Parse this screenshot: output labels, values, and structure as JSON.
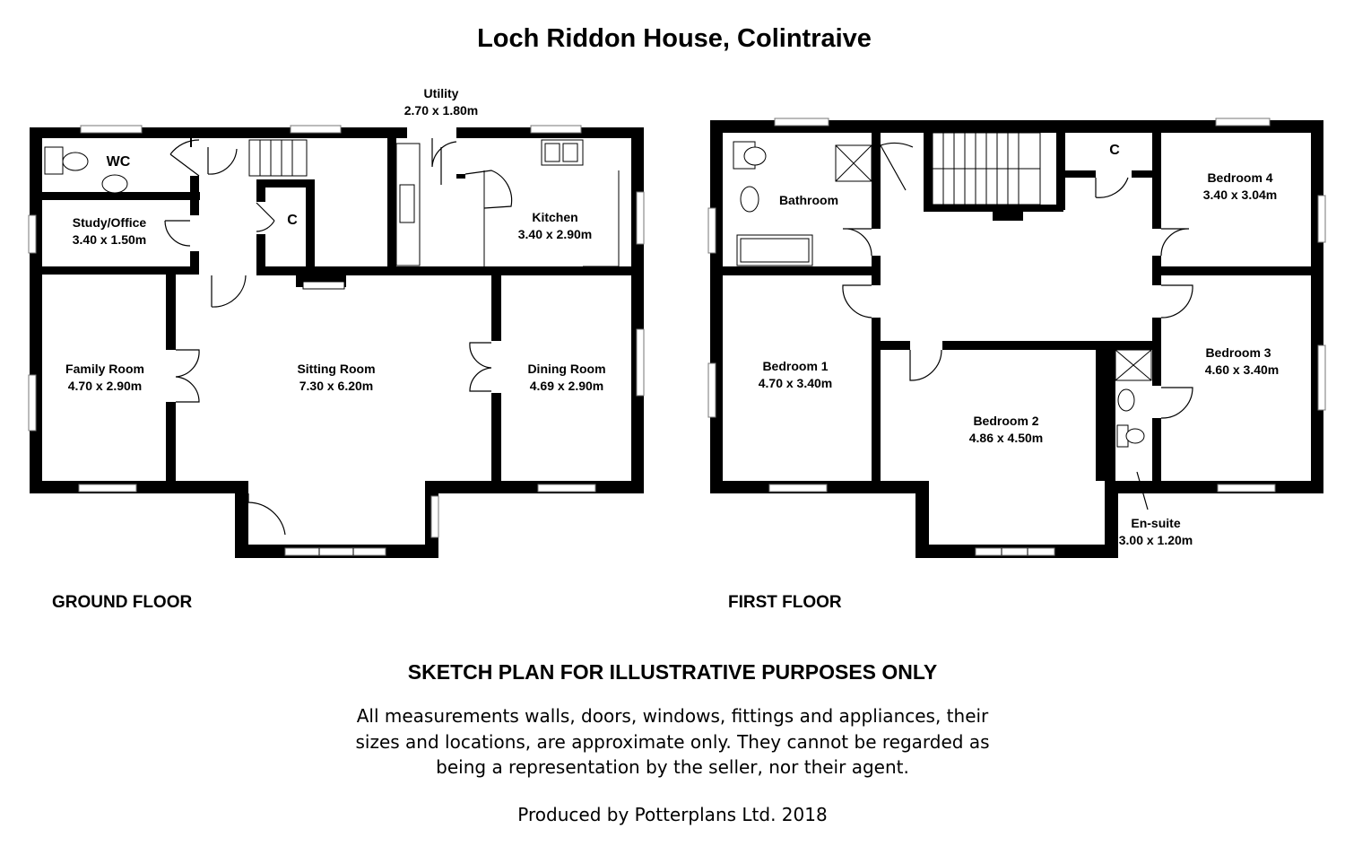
{
  "title": "Loch Riddon House, Colintraive",
  "ground_floor": {
    "label": "GROUND FLOOR",
    "rooms": {
      "wc": {
        "name": "WC"
      },
      "study": {
        "name": "Study/Office",
        "dims": "3.40 x 1.50m"
      },
      "cupboard": {
        "name": "C"
      },
      "utility": {
        "name": "Utility",
        "dims": "2.70 x 1.80m"
      },
      "kitchen": {
        "name": "Kitchen",
        "dims": "3.40 x 2.90m"
      },
      "family": {
        "name": "Family Room",
        "dims": "4.70 x 2.90m"
      },
      "sitting": {
        "name": "Sitting Room",
        "dims": "7.30 x 6.20m"
      },
      "dining": {
        "name": "Dining Room",
        "dims": "4.69 x 2.90m"
      }
    }
  },
  "first_floor": {
    "label": "FIRST FLOOR",
    "rooms": {
      "bathroom": {
        "name": "Bathroom"
      },
      "cupboard": {
        "name": "C"
      },
      "bedroom4": {
        "name": "Bedroom 4",
        "dims": "3.40 x 3.04m"
      },
      "bedroom1": {
        "name": "Bedroom 1",
        "dims": "4.70 x 3.40m"
      },
      "bedroom2": {
        "name": "Bedroom 2",
        "dims": "4.86 x 4.50m"
      },
      "bedroom3": {
        "name": "Bedroom 3",
        "dims": "4.60 x 3.40m"
      },
      "ensuite": {
        "name": "En-suite",
        "dims": "3.00 x 1.20m"
      }
    }
  },
  "disclaimer": {
    "heading": "SKETCH PLAN FOR ILLUSTRATIVE PURPOSES ONLY",
    "lines": [
      "All measurements walls, doors, windows, fittings and appliances, their",
      "sizes and locations, are approximate only. They cannot be regarded as",
      "being a representation by the seller, nor their agent."
    ]
  },
  "credit": "Produced by Potterplans Ltd. 2018"
}
